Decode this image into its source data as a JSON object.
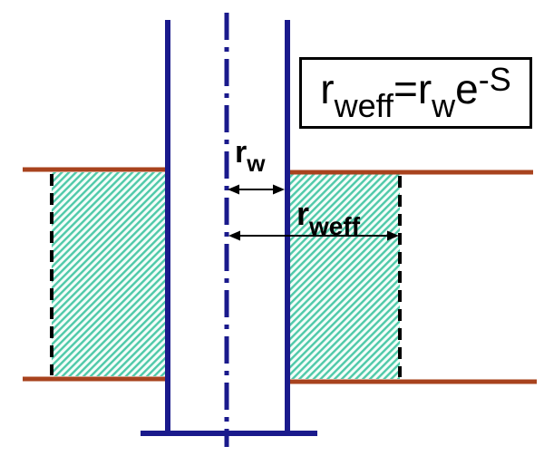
{
  "formula_box": {
    "lhs_base": "r",
    "lhs_sub": "weff",
    "equals": "=",
    "rhs_base": "r",
    "rhs_sub": "w",
    "exp_base": "e",
    "exp_sup": "-S"
  },
  "annotations": {
    "rw_base": "r",
    "rw_sub": "w",
    "rweff_base": "r",
    "rweff_sub": "weff"
  },
  "colors": {
    "wellbore_blue": "#1a1a8c",
    "boundary_brown": "#a8431e",
    "hatch_stripe": "#4fc9a9",
    "hatch_bg": "#f4fdf9",
    "dashed_black": "#000000",
    "arrow_black": "#000000"
  }
}
